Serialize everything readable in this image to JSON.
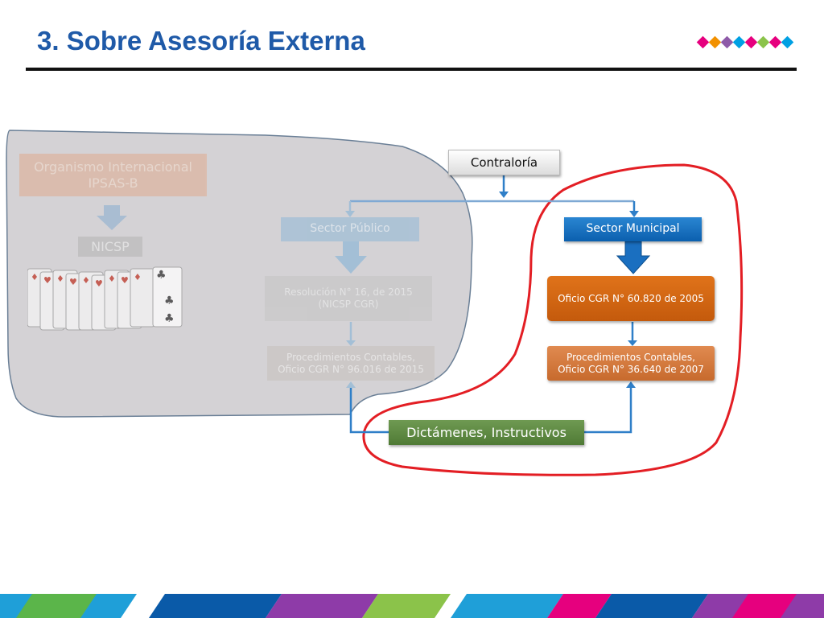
{
  "slide": {
    "title": "3. Sobre Asesoría Externa",
    "logo_colors": [
      "#e6007e",
      "#f29100",
      "#8bc34a",
      "#00a0e3",
      "#e6007e",
      "#f29100",
      "#8bc34a",
      "#00a0e3"
    ]
  },
  "diagram": {
    "contraloria": "Contraloría",
    "organismo": "Organismo Internacional\nIPSAS-B",
    "nicsp": "NICSP",
    "sector_publico": "Sector Público",
    "sector_municipal": "Sector Municipal",
    "resolucion": "Resolución N° 16, de 2015\n(NICSP CGR)",
    "procedimientos_publico": "Procedimientos Contables,\nOficio CGR N° 96.016 de 2015",
    "oficio_municipal": "Oficio CGR N° 60.820 de 2005",
    "procedimientos_municipal": "Procedimientos Contables,\nOficio CGR N° 36.640 de 2007",
    "dictamenes": "Dictámenes, Instructivos"
  },
  "colors": {
    "title": "#1f5aa8",
    "highlight_outline": "#e31e24",
    "connector_blue": "#2f7fc8",
    "sector_municipal": "#0b5fae",
    "oficio_orange": "#d9680f",
    "dictamenes_green": "#5a8440",
    "ghost_region": "#d4d2d5"
  },
  "icons": {
    "playing_cards": "playing-cards-image"
  }
}
